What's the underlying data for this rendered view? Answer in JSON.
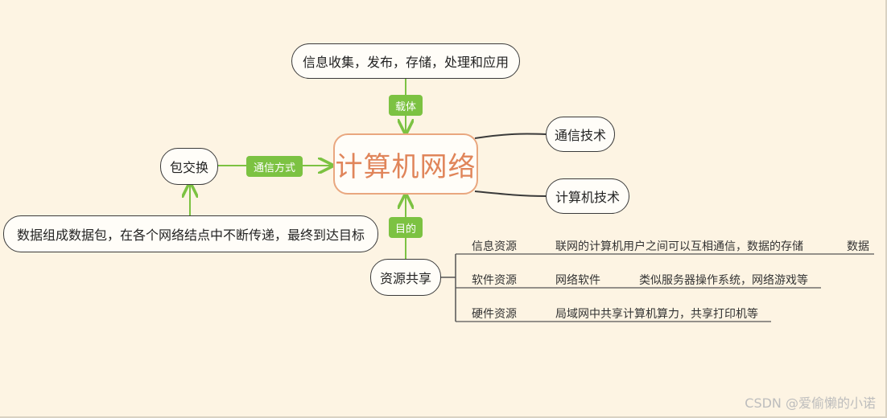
{
  "central": "计算机网络",
  "top_node": "信息收集，发布，存储，处理和应用",
  "top_label": "载体",
  "left_node": "包交换",
  "left_label": "通信方式",
  "bottom_left_node": "数据组成数据包，在各个网络结点中不断传递，最终到达目标",
  "bottom_label": "目的",
  "resource_node": "资源共享",
  "right_nodes": [
    "通信技术",
    "计算机技术"
  ],
  "resources": [
    {
      "name": "信息资源",
      "desc": "联网的计算机用户之间可以互相通信，数据的存储",
      "extra": "数据"
    },
    {
      "name": "软件资源",
      "desc": "网络软件",
      "extra": "类似服务器操作系统，网络游戏等"
    },
    {
      "name": "硬件资源",
      "desc": "局域网中共享计算机算力，共享打印机等",
      "extra": ""
    }
  ],
  "watermark": "CSDN @爱偷懒的小诺",
  "colors": {
    "green": "#7cc242",
    "central_text": "#e0855a",
    "background": "#fdf4e3"
  }
}
